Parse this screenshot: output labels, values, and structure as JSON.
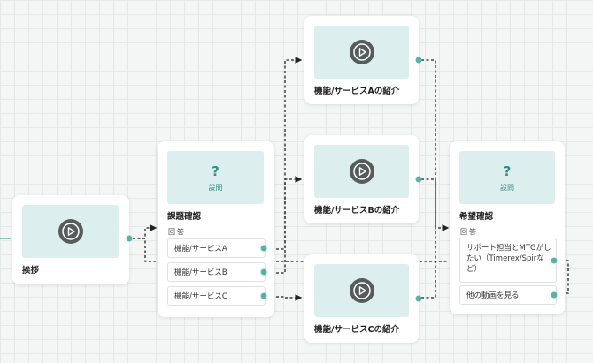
{
  "colors": {
    "accent": "#2e8f86",
    "thumbnail": "#dceeed",
    "port": "#57b3a8",
    "play_button": "#565c5c",
    "connector": "#222222"
  },
  "nodes": {
    "greeting": {
      "title": "挨拶",
      "type": "video"
    },
    "issue_check": {
      "title": "課題確認",
      "type": "question",
      "question_mark": "?",
      "question_label": "設問",
      "answer_icon": "回",
      "answer_label": "答",
      "options": [
        "機能/サービスA",
        "機能/サービスB",
        "機能/サービスC"
      ]
    },
    "intro_a": {
      "title": "機能/サービスAの紹介",
      "type": "video"
    },
    "intro_b": {
      "title": "機能/サービスBの紹介",
      "type": "video"
    },
    "intro_c": {
      "title": "機能/サービスCの紹介",
      "type": "video"
    },
    "desire_check": {
      "title": "希望確認",
      "type": "question",
      "question_mark": "?",
      "question_label": "設問",
      "answer_icon": "回",
      "answer_label": "答",
      "options": [
        "サポート担当とMTGがしたい（Timerex/Spirなど）",
        "他の動画を見る"
      ]
    }
  }
}
